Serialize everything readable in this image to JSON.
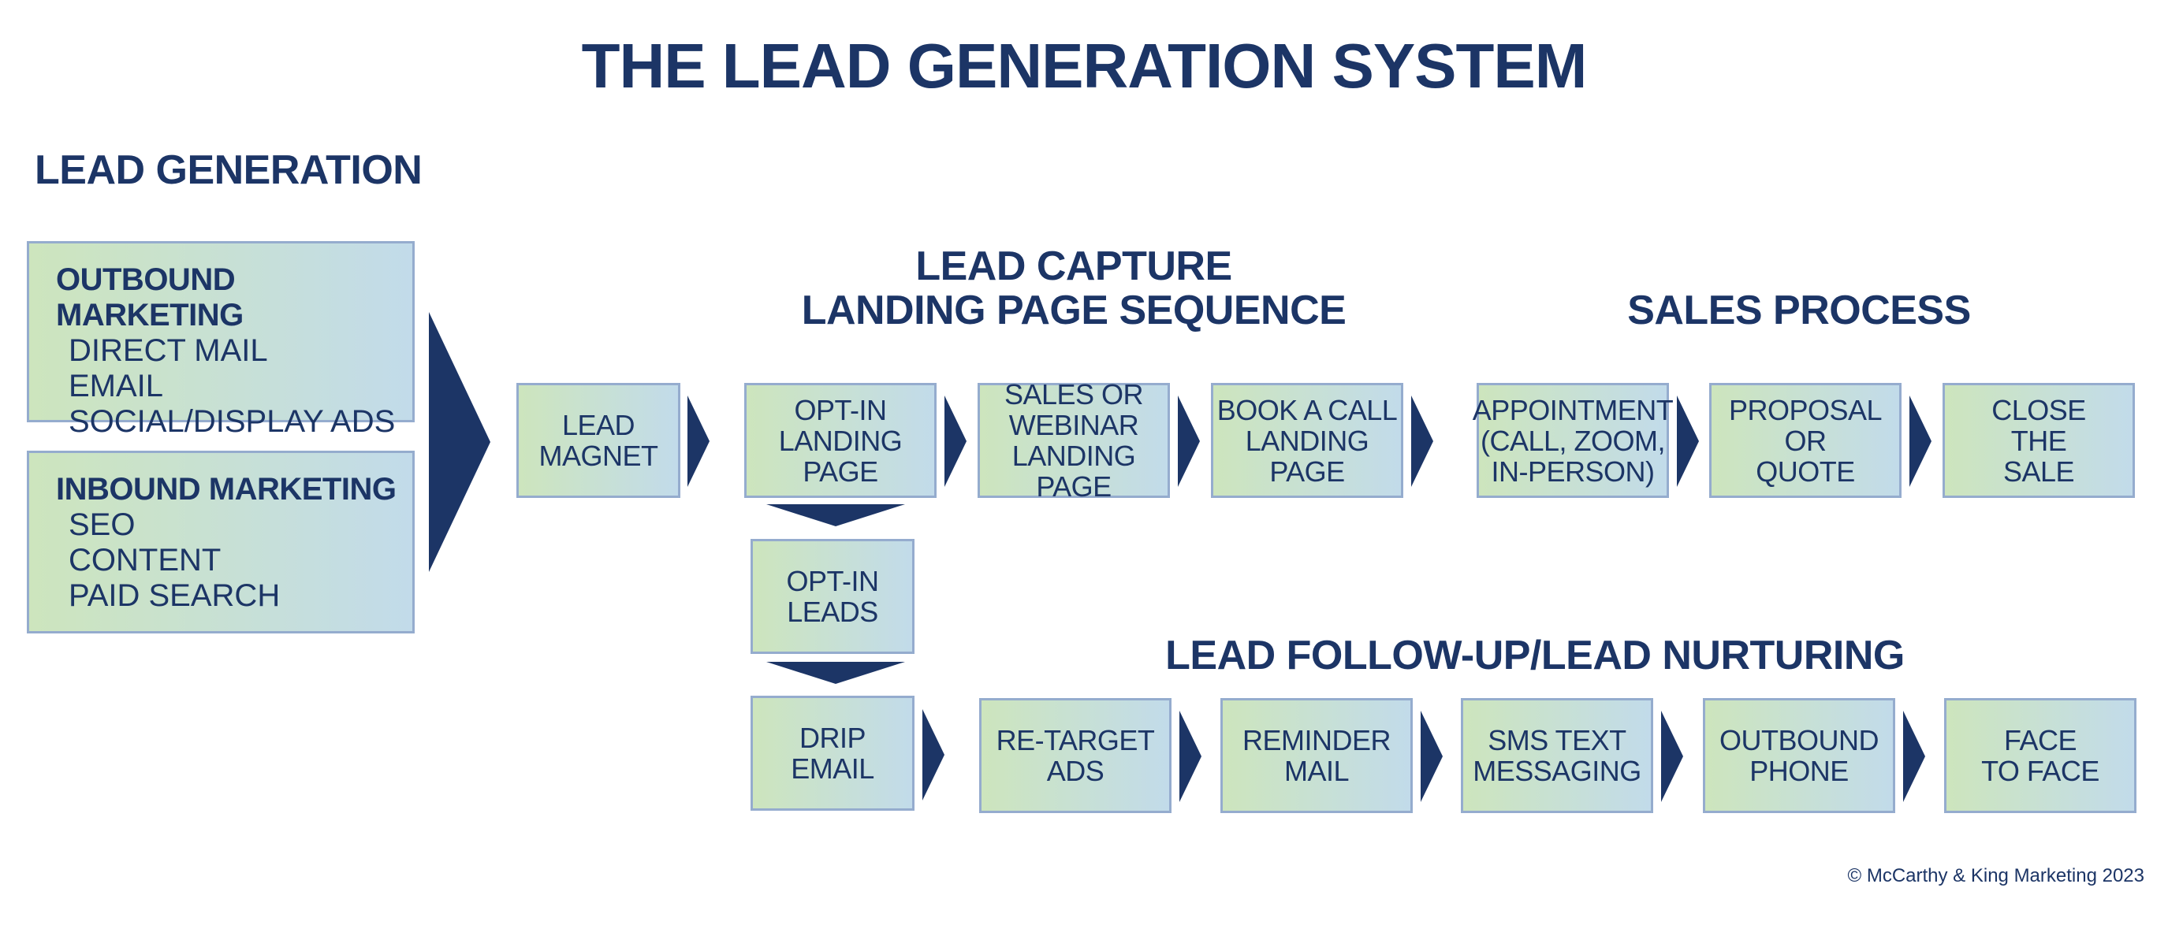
{
  "title": "THE LEAD GENERATION SYSTEM",
  "sections": {
    "lead_generation": "LEAD GENERATION",
    "lead_capture_line1": "LEAD CAPTURE",
    "lead_capture_line2": "LANDING PAGE SEQUENCE",
    "sales_process": "SALES PROCESS",
    "lead_nurturing": "LEAD FOLLOW-UP/LEAD NURTURING"
  },
  "outbound": {
    "title": "OUTBOUND MARKETING",
    "items": [
      "DIRECT MAIL",
      "EMAIL",
      "SOCIAL/DISPLAY ADS"
    ]
  },
  "inbound": {
    "title": "INBOUND MARKETING",
    "items": [
      "SEO",
      "CONTENT",
      "PAID SEARCH"
    ]
  },
  "steps": {
    "lead_magnet": "LEAD\nMAGNET",
    "optin_landing": "OPT-IN\nLANDING\nPAGE",
    "sales_webinar": "SALES OR\nWEBINAR\nLANDING PAGE",
    "book_call": "BOOK A CALL\nLANDING\nPAGE",
    "appointment": "APPOINTMENT\n(CALL, ZOOM,\nIN-PERSON)",
    "proposal": "PROPOSAL\nOR\nQUOTE",
    "close_sale": "CLOSE\nTHE\nSALE",
    "optin_leads": "OPT-IN\nLEADS",
    "drip_email": "DRIP\nEMAIL",
    "retarget_ads": "RE-TARGET\nADS",
    "reminder_mail": "REMINDER\nMAIL",
    "sms_text": "SMS TEXT\nMESSAGING",
    "outbound_phone": "OUTBOUND\nPHONE",
    "face_to_face": "FACE\nTO FACE"
  },
  "footer": "© McCarthy & King Marketing 2023",
  "colors": {
    "navy": "#1c3566",
    "box_border": "#95acce",
    "box_green": "#cde5bd",
    "box_blue": "#c2dbea"
  }
}
